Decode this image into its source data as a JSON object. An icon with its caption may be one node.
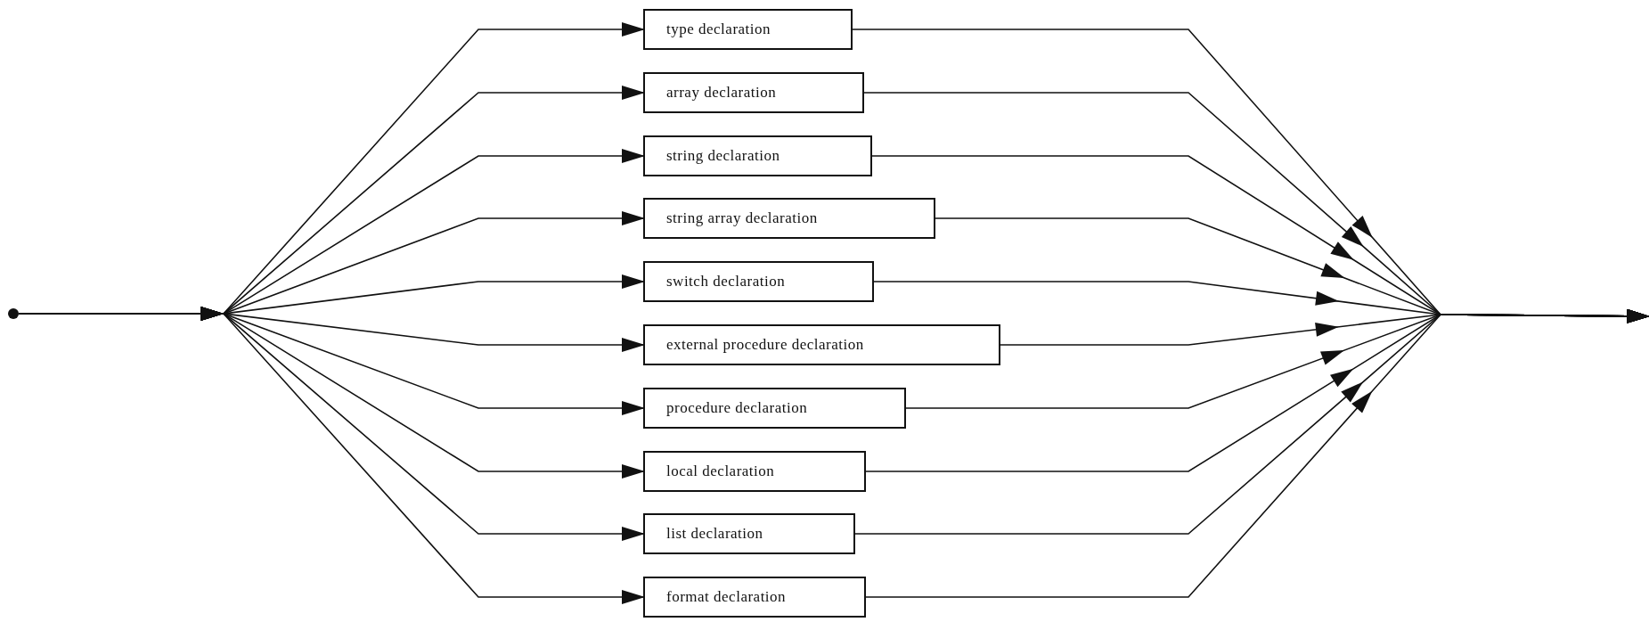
{
  "diagram": {
    "nodes": [
      {
        "text": [],
        "shape": "circle"
      },
      {
        "text": [
          "type declaration"
        ]
      },
      {
        "text": [
          "array declaration"
        ]
      },
      {
        "text": [
          "string declaration"
        ]
      },
      {
        "text": [
          "string array declaration"
        ]
      },
      {
        "text": [
          "switch declaration"
        ]
      },
      {
        "text": [
          "external procedure declaration"
        ]
      },
      {
        "text": [
          "procedure declaration"
        ]
      },
      {
        "text": [
          "local declaration"
        ]
      },
      {
        "text": [
          "list declaration"
        ]
      },
      {
        "text": [
          "format declaration"
        ]
      }
    ],
    "edges": [
      {
        "from": 0,
        "to": 1,
        "arrow": "to"
      },
      {
        "from": 0,
        "to": 2,
        "arrow": "to"
      },
      {
        "from": 0,
        "to": 3,
        "arrow": "to"
      },
      {
        "from": 0,
        "to": 4,
        "arrow": "to"
      },
      {
        "from": 0,
        "to": 5,
        "arrow": "to"
      },
      {
        "from": 0,
        "to": 6,
        "arrow": "to"
      },
      {
        "from": 0,
        "to": 7,
        "arrow": "to"
      },
      {
        "from": 0,
        "to": 8,
        "arrow": "to"
      },
      {
        "from": 0,
        "to": 9,
        "arrow": "to"
      },
      {
        "from": 0,
        "to": 10,
        "arrow": "to"
      },
      {
        "from": 1,
        "to": null,
        "arrow": "to"
      },
      {
        "from": 2,
        "to": null,
        "arrow": "to"
      },
      {
        "from": 3,
        "to": null,
        "arrow": "to"
      },
      {
        "from": 4,
        "to": null,
        "arrow": "to"
      },
      {
        "from": 5,
        "to": null,
        "arrow": "to"
      },
      {
        "from": 6,
        "to": null,
        "arrow": "to"
      },
      {
        "from": 7,
        "to": null,
        "arrow": "to"
      },
      {
        "from": 8,
        "to": null,
        "arrow": "to"
      },
      {
        "from": 9,
        "to": null,
        "arrow": "to"
      },
      {
        "from": 10,
        "to": null,
        "arrow": "to"
      }
    ]
  }
}
